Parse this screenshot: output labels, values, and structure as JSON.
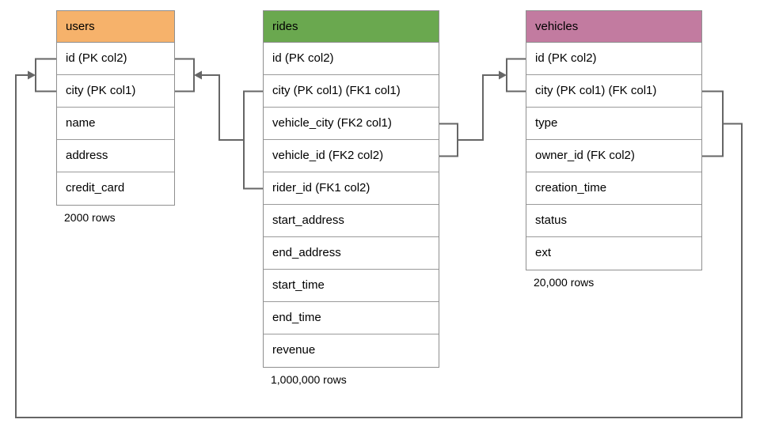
{
  "diagram": {
    "tables": [
      {
        "name": "users",
        "header_color": "#F6B26B",
        "columns": [
          "id (PK col2)",
          "city (PK col1)",
          "name",
          "address",
          "credit_card"
        ],
        "row_count": "2000 rows"
      },
      {
        "name": "rides",
        "header_color": "#6AA84F",
        "columns": [
          "id (PK col2)",
          "city (PK col1) (FK1 col1)",
          "vehicle_city (FK2 col1)",
          "vehicle_id (FK2 col2)",
          "rider_id (FK1 col2)",
          "start_address",
          "end_address",
          "start_time",
          "end_time",
          "revenue"
        ],
        "row_count": "1,000,000 rows"
      },
      {
        "name": "vehicles",
        "header_color": "#C27BA0",
        "columns": [
          "id (PK col2)",
          "city (PK col1) (FK col1)",
          "type",
          "owner_id (FK col2)",
          "creation_time",
          "status",
          "ext"
        ],
        "row_count": "20,000 rows"
      }
    ],
    "relationships": [
      {
        "from": "rides",
        "from_columns": [
          "city (PK col1) (FK1 col1)",
          "rider_id (FK1 col2)"
        ],
        "to": "users",
        "to_columns": [
          "id (PK col2)",
          "city (PK col1)"
        ]
      },
      {
        "from": "rides",
        "from_columns": [
          "vehicle_city (FK2 col1)",
          "vehicle_id (FK2 col2)"
        ],
        "to": "vehicles",
        "to_columns": [
          "id (PK col2)",
          "city (PK col1) (FK col1)"
        ]
      },
      {
        "from": "vehicles",
        "from_columns": [
          "city (PK col1) (FK col1)",
          "owner_id (FK col2)"
        ],
        "to": "users",
        "to_columns": [
          "id (PK col2)",
          "city (PK col1)"
        ]
      }
    ],
    "colors": {
      "connector": "#666666",
      "cell_border": "#9A9A9A",
      "text": "#000000",
      "background": "#FFFFFF"
    }
  }
}
